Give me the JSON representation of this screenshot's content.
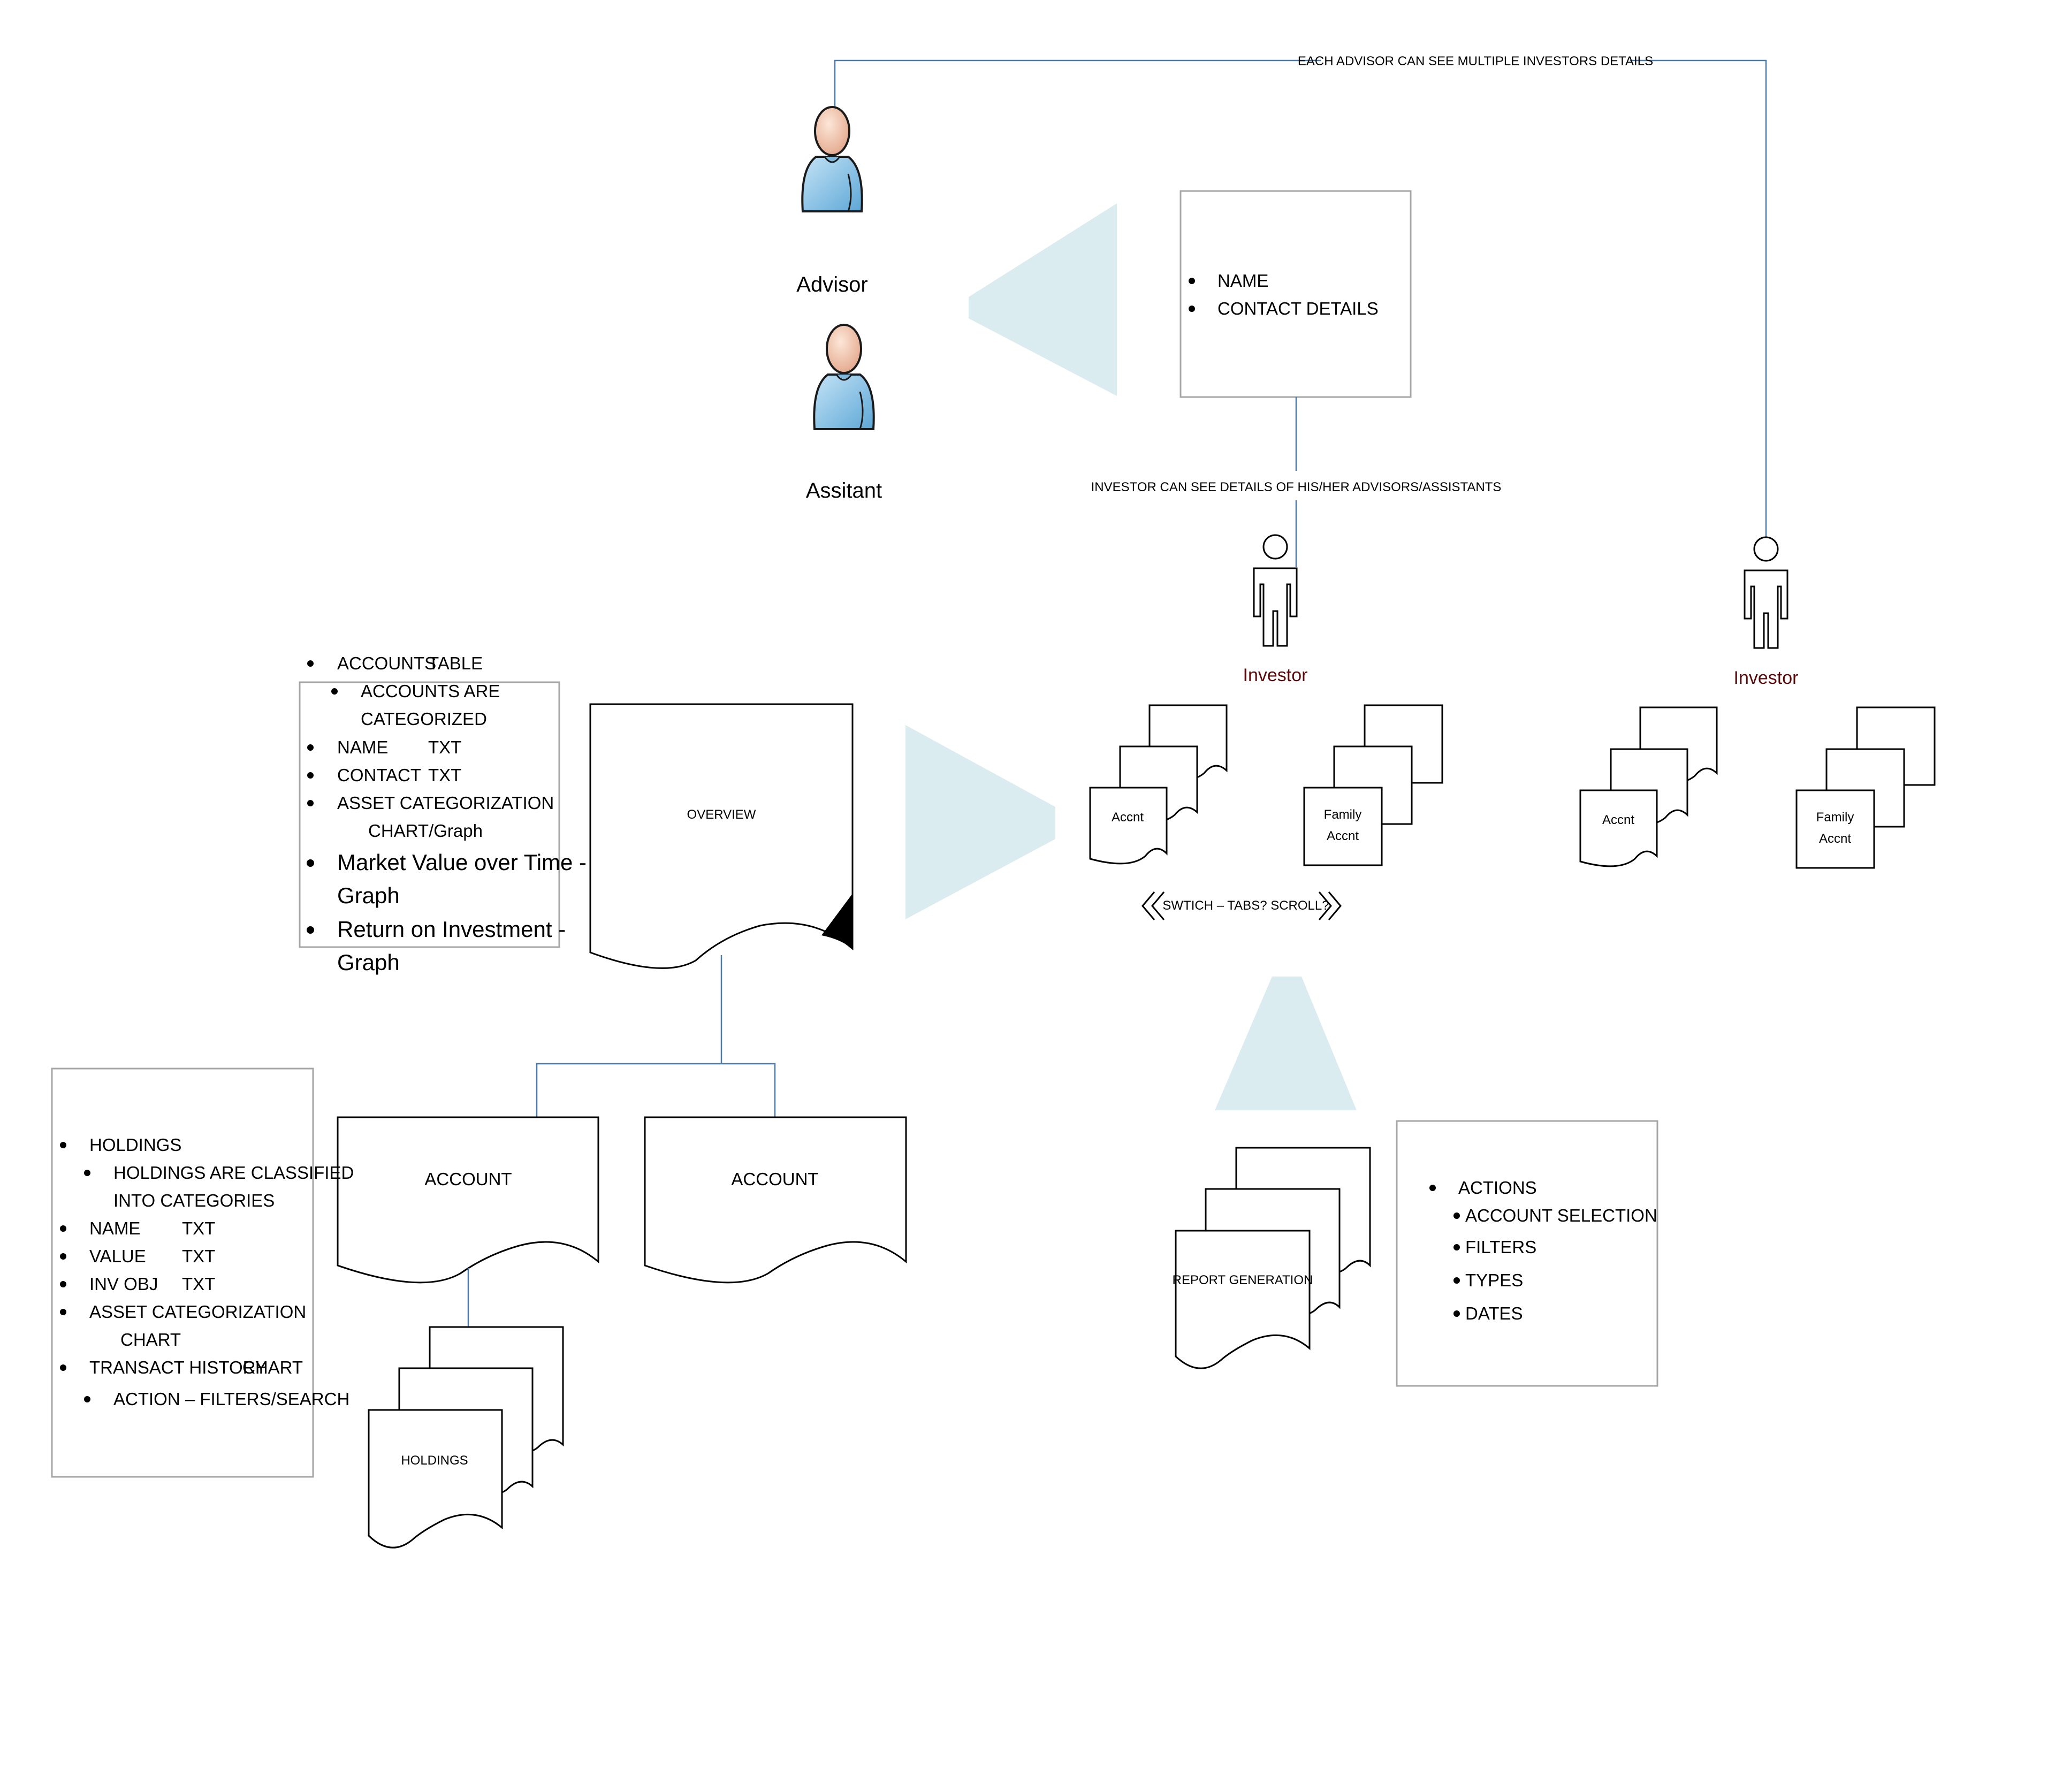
{
  "top_connector_label": "EACH ADVISOR CAN SEE MULTIPLE INVESTORS DETAILS",
  "advisor_label": "Advisor",
  "assistant_label": "Assitant",
  "contact_box": {
    "items": [
      "NAME",
      "CONTACT DETAILS"
    ]
  },
  "investor_connector_label": "INVESTOR CAN SEE DETAILS OF HIS/HER ADVISORS/ASSISTANTS",
  "investors": [
    {
      "label": "Investor",
      "accnt_label": "Accnt",
      "family_label_1": "Family",
      "family_label_2": "Accnt"
    },
    {
      "label": "Investor",
      "accnt_label": "Accnt",
      "family_label_1": "Family",
      "family_label_2": "Accnt"
    }
  ],
  "switch_label": "SWTICH – TABS? SCROLL?",
  "overview_label": "OVERVIEW",
  "overview_list": {
    "l1": "ACCOUNTS",
    "l1b": "TABLE",
    "l2": "ACCOUNTS ARE",
    "l2b": "CATEGORIZED",
    "l3": "NAME",
    "l3b": "TXT",
    "l4": "CONTACT",
    "l4b": "TXT",
    "l5": "ASSET CATEGORIZATION",
    "l5b": "CHART/Graph",
    "l6": "Market Value over Time -",
    "l6b": "Graph",
    "l7": "Return on Investment -",
    "l7b": "Graph"
  },
  "account_labels": [
    "ACCOUNT",
    "ACCOUNT"
  ],
  "holdings_label": "HOLDINGS",
  "holdings_list": {
    "l1": "HOLDINGS",
    "l2": "HOLDINGS ARE CLASSIFIED",
    "l2b": "INTO CATEGORIES",
    "l3": "NAME",
    "l3b": "TXT",
    "l4": "VALUE",
    "l4b": "TXT",
    "l5": "INV OBJ",
    "l5b": "TXT",
    "l6": "ASSET CATEGORIZATION",
    "l6b": "CHART",
    "l7": "TRANSACT HISTORY",
    "l7b": "CHART",
    "l8": "ACTION – FILTERS/SEARCH"
  },
  "report_label": "REPORT GENERATION",
  "actions_list": {
    "l1": "ACTIONS",
    "l2": "ACCOUNT SELECTION",
    "l3": "FILTERS",
    "l4": "TYPES",
    "l5": "DATES"
  },
  "colors": {
    "connector": "#4a7aa8",
    "wedge": "#daecef",
    "investor_label": "#5a0a0a",
    "person_shirt": "#8fc6e8"
  },
  "icons": [
    "advisor-person-icon",
    "assistant-person-icon",
    "investor-stick-figure-icon",
    "chevron-left-icon",
    "chevron-right-icon"
  ]
}
